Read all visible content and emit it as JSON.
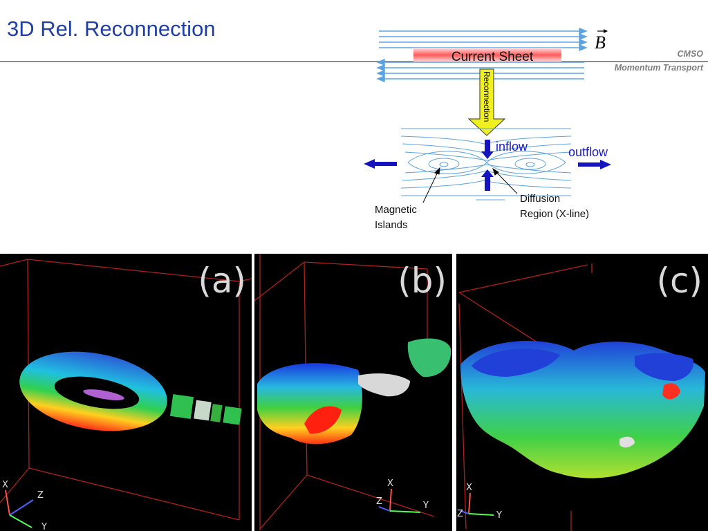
{
  "slide": {
    "title": "3D Rel. Reconnection",
    "org": "CMSO",
    "topic": "Momentum Transport"
  },
  "schematic": {
    "field_symbol": "B",
    "current_sheet": "Current Sheet",
    "transition": "Reconnection",
    "inflow": "inflow",
    "outflow": "outflow",
    "islands_line1": "Magnetic",
    "islands_line2": "Islands",
    "diffusion_line1": "Diffusion",
    "diffusion_line2": "Region (X-line)"
  },
  "colors": {
    "title": "#1f3fa6",
    "field_lines": "#5ba3e0",
    "arrows": "#1515c0",
    "label_blue": "#1a1ad0",
    "transition_arrow": "#f0f020",
    "sheet_core": "#ff5a5a",
    "box_edges": "#c02020"
  },
  "panels": [
    {
      "label": "(a)",
      "axes": [
        "X",
        "Z",
        "Y"
      ]
    },
    {
      "label": "(b)",
      "axes": [
        "Z",
        "X",
        "Y"
      ]
    },
    {
      "label": "(c)",
      "axes": [
        "Z",
        "X",
        "Y"
      ]
    }
  ]
}
